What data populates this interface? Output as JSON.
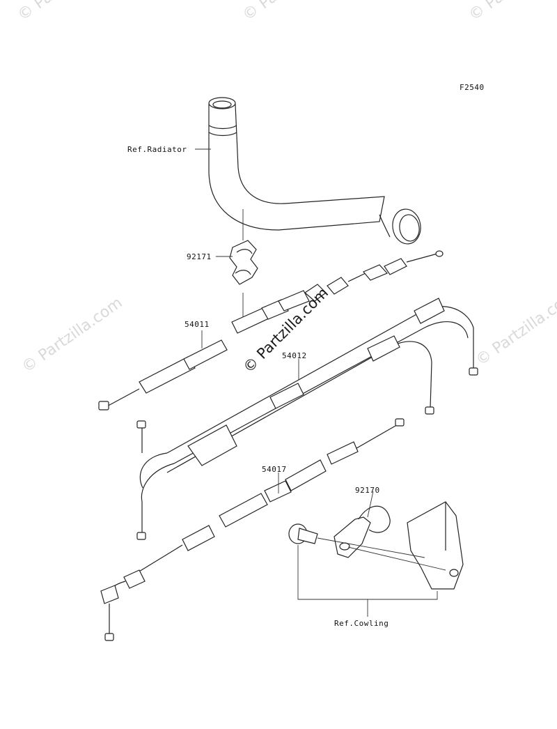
{
  "figure_code": "F2540",
  "callouts": {
    "ref_radiator": "Ref.Radiator",
    "p92171": "92171",
    "p54011": "54011",
    "p54012": "54012",
    "p54017": "54017",
    "p92170": "92170",
    "ref_cowling": "Ref.Cowling"
  },
  "watermark": {
    "center": "© Partzilla.com",
    "corner": "© Partzilla.com"
  },
  "colors": {
    "line": "#222222",
    "watermark_light": "#d9d9d9",
    "background": "#ffffff"
  }
}
